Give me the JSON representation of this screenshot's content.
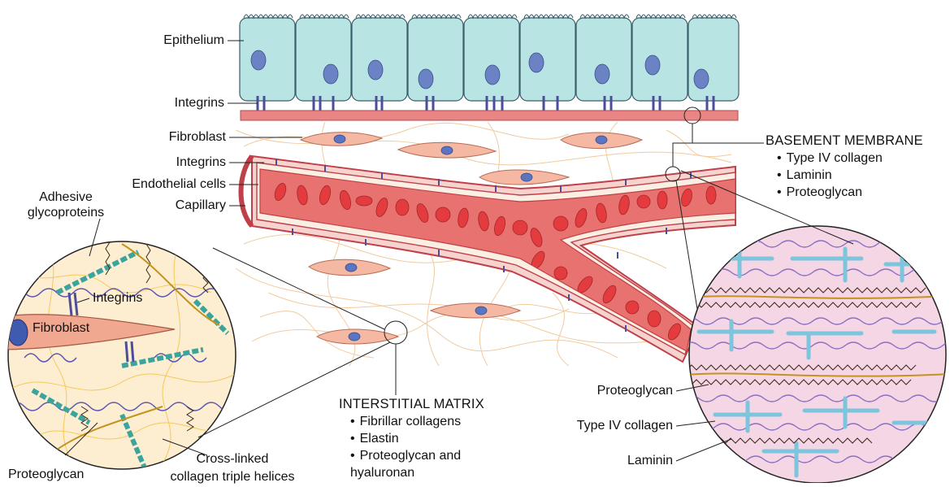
{
  "labels": {
    "epithelium": "Epithelium",
    "integrins_top": "Integrins",
    "fibroblast_top": "Fibroblast",
    "integrins_capillary": "Integrins",
    "endothelial_cells": "Endothelial cells",
    "capillary": "Capillary",
    "adhesive_glycoproteins": "Adhesive\nglycoproteins",
    "integrins_inset": "Integrins",
    "fibroblast_inset": "Fibroblast",
    "proteoglycan_left": "Proteoglycan",
    "cross_linked": "Cross-linked\ncollagen triple helices",
    "proteoglycan_right": "Proteoglycan",
    "type_iv_collagen": "Type IV collagen",
    "laminin": "Laminin"
  },
  "basement_membrane": {
    "title": "BASEMENT MEMBRANE",
    "items": [
      "Type IV collagen",
      "Laminin",
      "Proteoglycan"
    ]
  },
  "interstitial_matrix": {
    "title": "INTERSTITIAL MATRIX",
    "items": [
      "Fibrillar collagens",
      "Elastin",
      "Proteoglycan and\nhyaluronan"
    ]
  },
  "colors": {
    "epithelium_fill": "#b9e4e4",
    "nucleus": "#6b82c4",
    "basement_membrane": "#e98585",
    "capillary_wall": "#d9535d",
    "rbc": "#e43b3f",
    "matrix_fiber": "#f1cba0",
    "fibroblast": "#f5b9a3",
    "inset_left_bg": "#fdeed2",
    "inset_right_bg": "#f5d6e4",
    "collagen_iv": "#8ccfe2",
    "laminin_wave": "#8a70c4"
  }
}
